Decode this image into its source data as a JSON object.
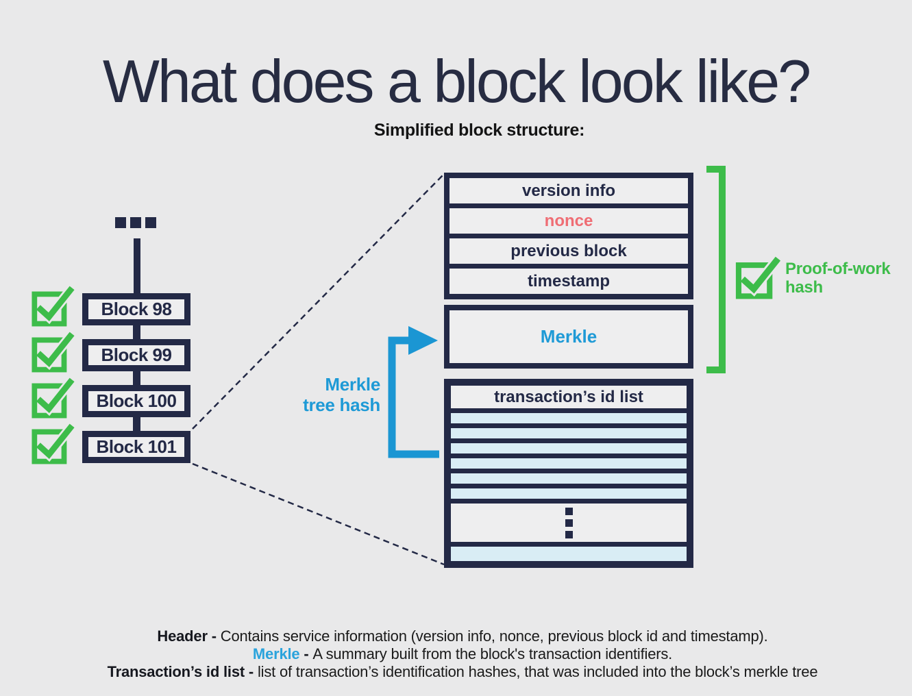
{
  "title": "What does a block look like?",
  "subtitle": "Simplified block structure:",
  "chain": {
    "blocks": [
      {
        "label": "Block 98",
        "checked": true
      },
      {
        "label": "Block 99",
        "checked": true
      },
      {
        "label": "Block 100",
        "checked": true
      },
      {
        "label": "Block 101",
        "checked": true
      }
    ]
  },
  "structure": {
    "header_rows": [
      {
        "label": "version info"
      },
      {
        "label": "nonce"
      },
      {
        "label": "previous block"
      },
      {
        "label": "timestamp"
      }
    ],
    "merkle_label": "Merkle",
    "tx_list_header": "transaction’s id list"
  },
  "annotations": {
    "merkle_tree_hash": "Merkle\ntree hash",
    "proof_of_work_hash": "Proof-of-work\nhash"
  },
  "legend": [
    {
      "term": "Header - ",
      "desc": "Contains service information (version info, nonce, previous block id and timestamp)."
    },
    {
      "term": "Merkle",
      "dash": " - ",
      "desc": "A summary built from the block's transaction identifiers."
    },
    {
      "term": "Transaction’s id list - ",
      "desc": "list of transaction’s identification hashes, that was included into the block’s merkle tree"
    }
  ],
  "colors": {
    "navy": "#232946",
    "green": "#3dbc4a",
    "blue": "#1e9ad6",
    "pink": "#ef6d74",
    "stripe_blue": "#d9edf5",
    "background": "#e9e9ea"
  }
}
